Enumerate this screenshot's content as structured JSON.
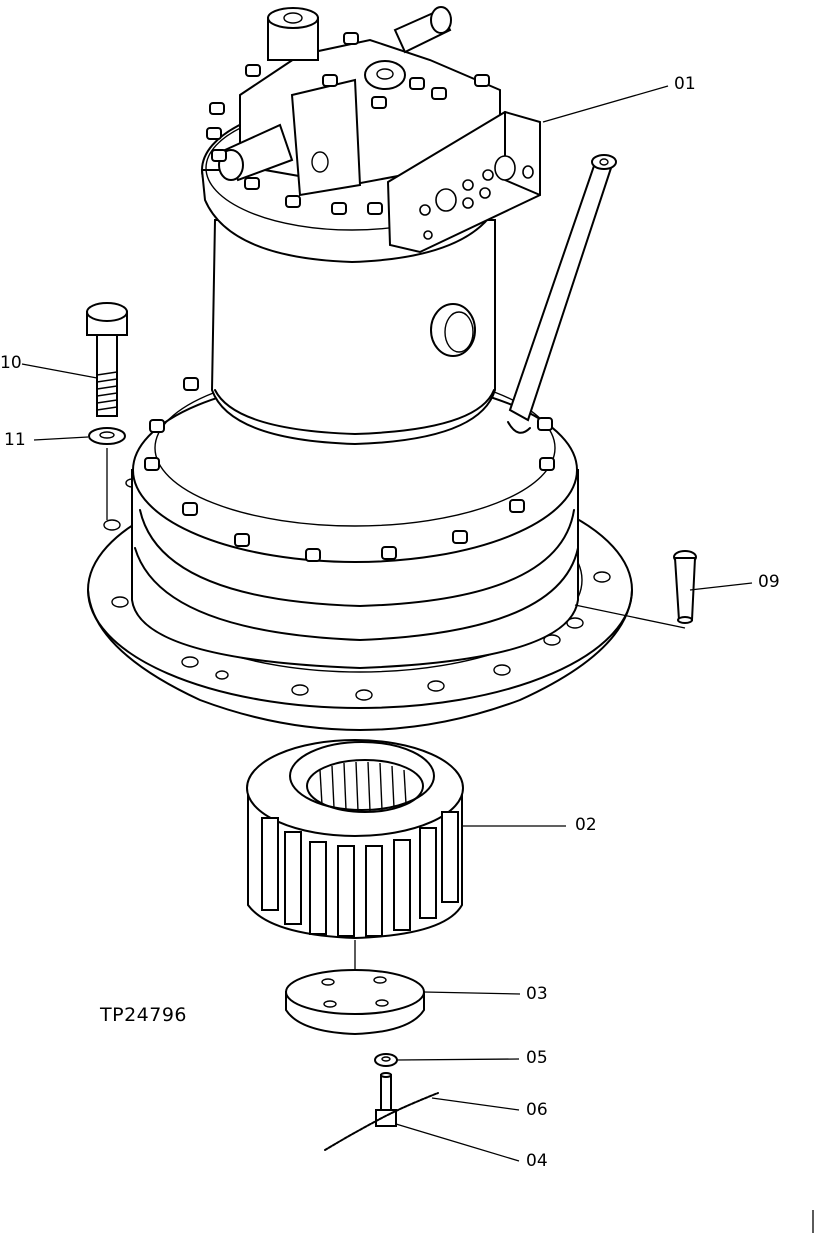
{
  "drawing": {
    "reference_code": "TP24796",
    "callouts": {
      "c01": "01",
      "c02": "02",
      "c03": "03",
      "c04": "04",
      "c05": "05",
      "c06": "06",
      "c09": "09",
      "c10": "10",
      "c11": "11"
    }
  },
  "colors": {
    "line": "#000000",
    "background": "#ffffff"
  }
}
